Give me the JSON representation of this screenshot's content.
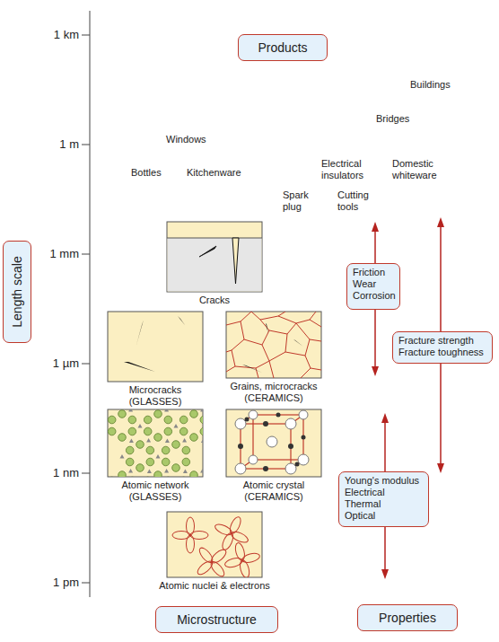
{
  "diagram": {
    "nodes": [
      {
        "text": [
          "Products"
        ]
      },
      {
        "text": [
          "Length scale"
        ]
      },
      {
        "text": [
          "Cracks"
        ]
      },
      {
        "text": [
          "Friction",
          "Wear",
          "Corrosion"
        ]
      },
      {
        "text": [
          "Microcracks (GLASSES)"
        ]
      },
      {
        "text": [
          "Grains, microcracks (CERAMICS)"
        ]
      },
      {
        "text": [
          "Fracture strength",
          "Fracture toughness"
        ]
      },
      {
        "text": [
          "Atomic network (GLASSES)"
        ]
      },
      {
        "text": [
          "Atomic crystal (CERAMICS)"
        ]
      },
      {
        "text": [
          "Young's modulus",
          "Electrical",
          "Thermal",
          "Optical"
        ]
      },
      {
        "text": [
          "Atomic nuclei & electrons"
        ]
      },
      {
        "text": [
          "Microstructure"
        ]
      },
      {
        "text": [
          "Properties"
        ]
      }
    ],
    "labels": [
      "1 km",
      "Buildings",
      "Bridges",
      "1 m",
      "Windows",
      "Bottles",
      "Kitchenware",
      "Electrical insulators",
      "Domestic whiteware",
      "Spark plug",
      "Cutting tools",
      "1 mm",
      "1 µm",
      "1 nm",
      "1 pm"
    ]
  }
}
